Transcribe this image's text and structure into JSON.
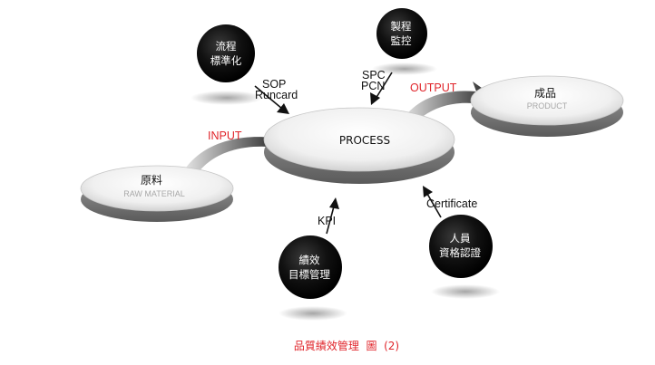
{
  "nodes": {
    "raw_material": {
      "title": "原料",
      "subtitle": "RAW MATERIAL"
    },
    "process": {
      "title": "PROCESS"
    },
    "product": {
      "title": "成品",
      "subtitle": "PRODUCT"
    },
    "flow": {
      "lines": [
        "流程",
        "標準化"
      ]
    },
    "process_control": {
      "lines": [
        "製程",
        "監控"
      ]
    },
    "performance": {
      "lines": [
        "績效",
        "目標管理"
      ]
    },
    "personnel": {
      "lines": [
        "人員",
        "資格認證"
      ]
    }
  },
  "labels": {
    "input": "INPUT",
    "output": "OUTPUT",
    "sop": "SOP",
    "runcard": "Runcard",
    "spc": "SPC",
    "pcn": "PCN",
    "kpi": "KPI",
    "certificate": "Certificate"
  },
  "caption": "品質績效管理  圖  (2)",
  "colors": {
    "accent_red": "#e0242a",
    "ball": "#0d0d0d"
  }
}
